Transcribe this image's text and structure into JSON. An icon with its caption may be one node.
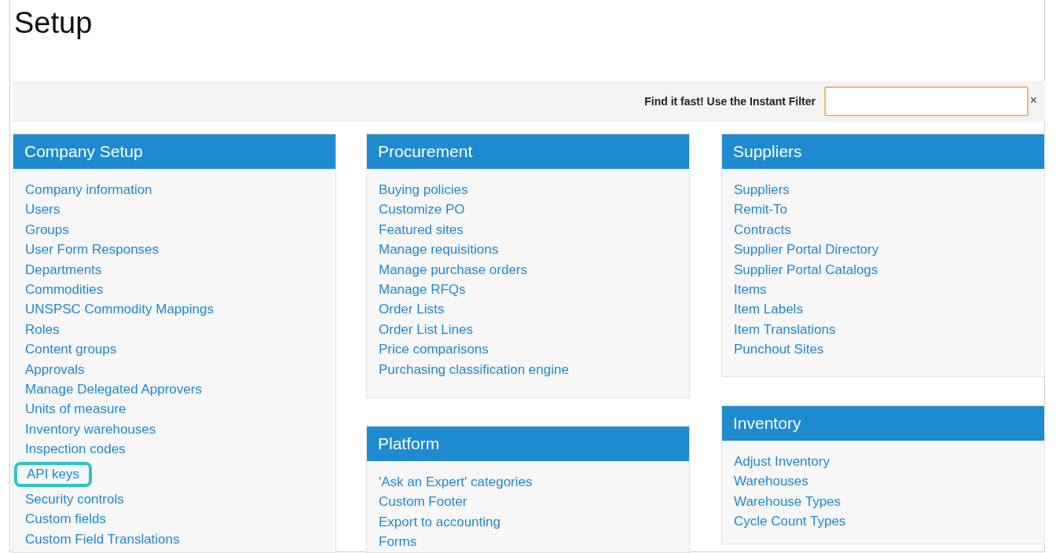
{
  "diagram": {
    "title": "Setup",
    "nodes": [
      {
        "text": [
          "Find it fast! Use the Instant Filter"
        ]
      },
      {
        "text": [],
        "shape": "box",
        "in": 0
      },
      {
        "text": [
          "Company Setup",
          "Company information",
          "Users",
          "Groups",
          "User Form Responses",
          "Departments",
          "Commodities",
          "UNSPSC Commodity Mappings",
          "Roles",
          "Content groups",
          "Approvals",
          "Manage Delegated Approvers",
          "Units of measure",
          "Inventory warehouses",
          "Inspection codes",
          "API keys",
          "Security controls",
          "Custom fields",
          "Custom Field Translations"
        ]
      },
      {
        "text": [
          "Procurement",
          "Buying policies",
          "Customize PO",
          "Featured sites",
          "Manage requisitions",
          "Manage purchase orders",
          "Manage RFQs",
          "Order Lists",
          "Order List Lines",
          "Price comparisons",
          "Purchasing classification engine"
        ]
      },
      {
        "text": [
          "Platform",
          "'Ask an Expert' categories",
          "Custom Footer",
          "Export to accounting",
          "Forms"
        ]
      },
      {
        "text": [
          "Suppliers",
          "Suppliers",
          "Remit-To",
          "Contracts",
          "Supplier Portal Directory",
          "Supplier Portal Catalogs",
          "Items",
          "Item Labels",
          "Item Translations",
          "Punchout Sites"
        ]
      },
      {
        "text": [
          "Inventory",
          "Adjust Inventory",
          "Warehouses",
          "Warehouse Types",
          "Cycle Count Types"
        ]
      }
    ],
    "labels": [
      "×"
    ]
  }
}
